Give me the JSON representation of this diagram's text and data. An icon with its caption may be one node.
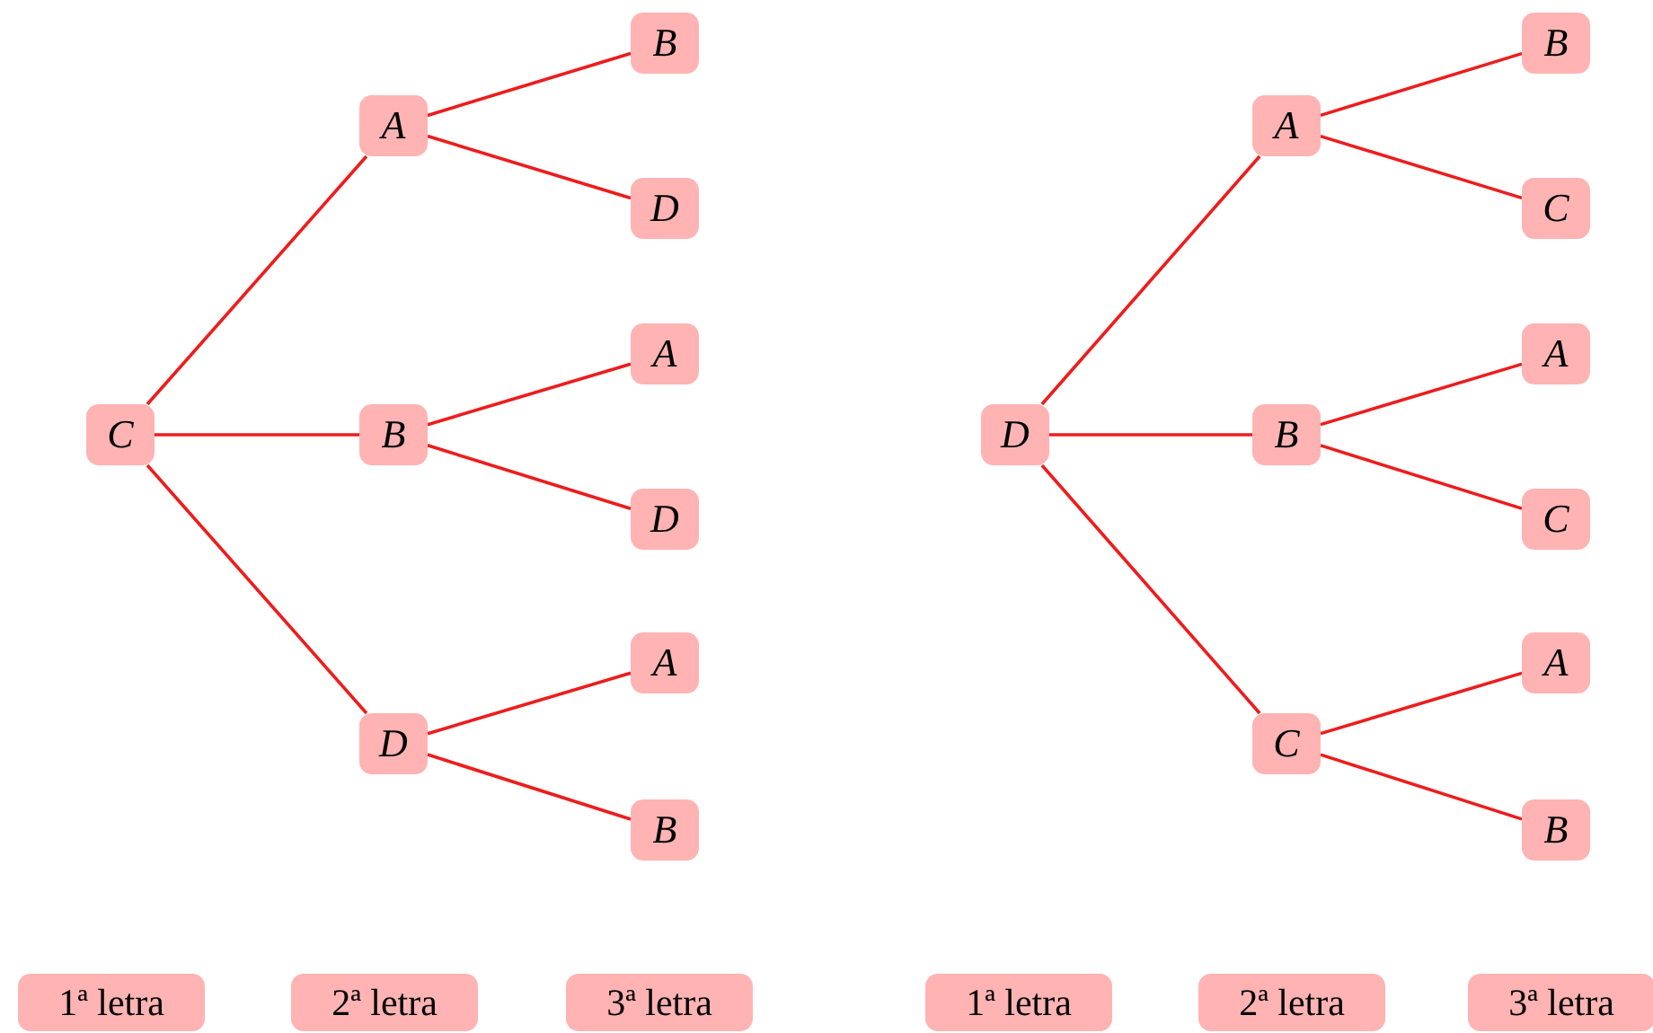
{
  "diagram": {
    "nodes": [
      {
        "text": [
          "C"
        ]
      },
      {
        "text": [
          "A"
        ]
      },
      {
        "text": [
          "B"
        ]
      },
      {
        "text": [
          "D"
        ]
      },
      {
        "text": [
          "B"
        ]
      },
      {
        "text": [
          "D"
        ]
      },
      {
        "text": [
          "A"
        ]
      },
      {
        "text": [
          "D"
        ]
      },
      {
        "text": [
          "A"
        ]
      },
      {
        "text": [
          "B"
        ]
      },
      {
        "text": [
          "D"
        ]
      },
      {
        "text": [
          "A"
        ]
      },
      {
        "text": [
          "B"
        ]
      },
      {
        "text": [
          "C"
        ]
      },
      {
        "text": [
          "B"
        ]
      },
      {
        "text": [
          "C"
        ]
      },
      {
        "text": [
          "A"
        ]
      },
      {
        "text": [
          "C"
        ]
      },
      {
        "text": [
          "A"
        ]
      },
      {
        "text": [
          "B"
        ]
      },
      {
        "text": [
          "1ª letra"
        ]
      },
      {
        "text": [
          "2ª letra"
        ]
      },
      {
        "text": [
          "3ª letra"
        ]
      },
      {
        "text": [
          "1ª letra"
        ]
      },
      {
        "text": [
          "2ª letra"
        ]
      },
      {
        "text": [
          "3ª letra"
        ]
      }
    ],
    "edges": [
      {
        "from": 0,
        "to": 1,
        "arrow": "none"
      },
      {
        "from": 0,
        "to": 2,
        "arrow": "none"
      },
      {
        "from": 0,
        "to": 3,
        "arrow": "none"
      },
      {
        "from": 1,
        "to": 4,
        "arrow": "none"
      },
      {
        "from": 1,
        "to": 5,
        "arrow": "none"
      },
      {
        "from": 2,
        "to": 6,
        "arrow": "none"
      },
      {
        "from": 2,
        "to": 7,
        "arrow": "none"
      },
      {
        "from": 3,
        "to": 8,
        "arrow": "none"
      },
      {
        "from": 3,
        "to": 9,
        "arrow": "none"
      },
      {
        "from": 10,
        "to": 11,
        "arrow": "none"
      },
      {
        "from": 10,
        "to": 12,
        "arrow": "none"
      },
      {
        "from": 10,
        "to": 13,
        "arrow": "none"
      },
      {
        "from": 11,
        "to": 14,
        "arrow": "none"
      },
      {
        "from": 11,
        "to": 15,
        "arrow": "none"
      },
      {
        "from": 12,
        "to": 16,
        "arrow": "none"
      },
      {
        "from": 12,
        "to": 17,
        "arrow": "none"
      },
      {
        "from": 13,
        "to": 18,
        "arrow": "none"
      },
      {
        "from": 13,
        "to": 19,
        "arrow": "none"
      }
    ]
  }
}
